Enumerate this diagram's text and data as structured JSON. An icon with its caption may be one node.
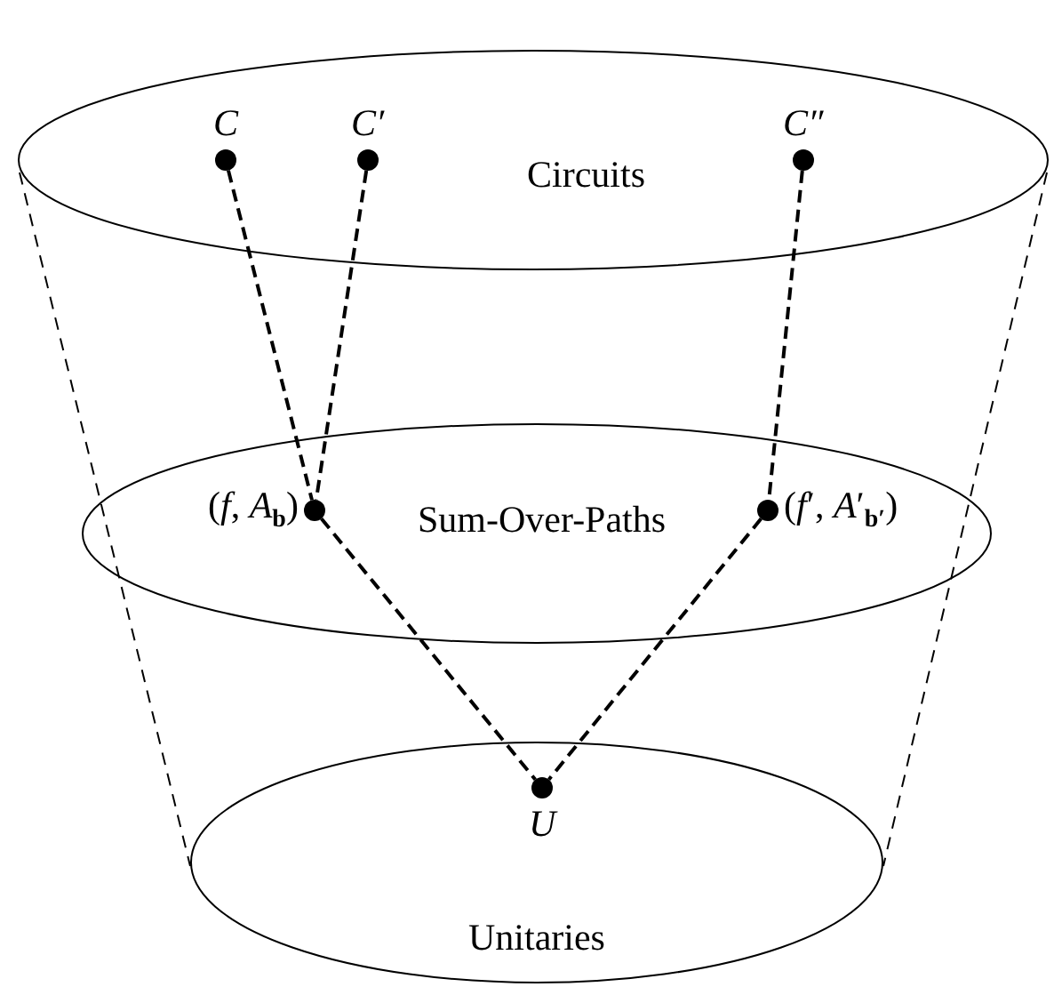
{
  "diagram": {
    "nodes": [
      {
        "text": [
          "Circuits"
        ]
      },
      {
        "text": [
          "C"
        ],
        "in": 0
      },
      {
        "text": [
          "C′"
        ],
        "in": 0
      },
      {
        "text": [
          "C″"
        ],
        "in": 0
      },
      {
        "text": [
          "Sum-Over-Paths"
        ]
      },
      {
        "text": [
          "(*f*, *A*$_{b}$)"
        ],
        "in": 4
      },
      {
        "text": [
          "(*f*′, *A*′$_{b′}$)"
        ],
        "in": 4
      },
      {
        "text": [
          "Unitaries"
        ]
      },
      {
        "text": [
          "U"
        ],
        "in": 7
      }
    ],
    "edges": [
      {
        "from": 1,
        "to": 5,
        "arrow": "none",
        "style": "dashed"
      },
      {
        "from": 2,
        "to": 5,
        "arrow": "none",
        "style": "dashed"
      },
      {
        "from": 3,
        "to": 6,
        "arrow": "none",
        "style": "dashed"
      },
      {
        "from": 5,
        "to": 8,
        "arrow": "none",
        "style": "dashed"
      },
      {
        "from": 6,
        "to": 8,
        "arrow": "none",
        "style": "dashed"
      },
      {
        "from": 0,
        "to": 7,
        "arrow": "none",
        "style": "dashed"
      },
      {
        "from": 0,
        "to": 7,
        "arrow": "none",
        "style": "dashed"
      }
    ]
  }
}
